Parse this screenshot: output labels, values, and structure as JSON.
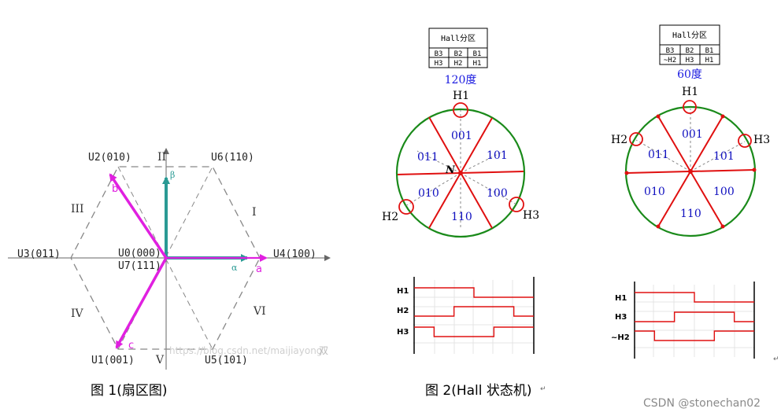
{
  "figure1": {
    "caption": "图 1(扇区图)",
    "watermark_faint": "https://blog.csdn.net/maijiayong",
    "watermark_end": "双",
    "vectors": [
      {
        "label": "U0(000)"
      },
      {
        "label": "U7(111)"
      },
      {
        "label": "U4(100)"
      },
      {
        "label": "U6(110)"
      },
      {
        "label": "U2(010)"
      },
      {
        "label": "U3(011)"
      },
      {
        "label": "U1(001)"
      },
      {
        "label": "U5(101)"
      }
    ],
    "sectors": [
      "I",
      "II",
      "III",
      "IV",
      "V",
      "VI"
    ],
    "axes": {
      "alpha": "α",
      "beta": "β"
    },
    "phases": [
      "a",
      "b",
      "c"
    ],
    "colors": {
      "phase": "#e020e0",
      "axis": "#2a9a94",
      "hex": "#888888"
    }
  },
  "figure2": {
    "caption": "图 2(Hall 状态机)",
    "d120": {
      "table": {
        "title": "Hall分区",
        "row1": [
          "B3",
          "B2",
          "B1"
        ],
        "row2": [
          "H3",
          "H2",
          "H1"
        ]
      },
      "angle_label": "120度",
      "sensors": [
        "H1",
        "H2",
        "H3"
      ],
      "center": "N",
      "codes": [
        "001",
        "101",
        "100",
        "110",
        "010",
        "011"
      ],
      "wave": {
        "signals": [
          "H1",
          "H2",
          "H3"
        ],
        "H1": [
          1,
          1,
          1,
          0,
          0,
          0
        ],
        "H2": [
          0,
          0,
          1,
          1,
          1,
          0
        ],
        "H3": [
          1,
          0,
          0,
          0,
          1,
          1
        ]
      }
    },
    "d60": {
      "table": {
        "title": "Hall分区",
        "row1": [
          "B3",
          "B2",
          "B1"
        ],
        "row2": [
          "~H2",
          "H3",
          "H1"
        ]
      },
      "angle_label": "60度",
      "sensors": [
        "H1",
        "H2",
        "H3"
      ],
      "codes": [
        "001",
        "101",
        "100",
        "110",
        "010",
        "011"
      ],
      "wave": {
        "signals": [
          "H1",
          "H3",
          "~H2"
        ],
        "H1": [
          1,
          1,
          1,
          0,
          0,
          0
        ],
        "H3": [
          0,
          0,
          1,
          1,
          1,
          0
        ],
        "~H2": [
          1,
          0,
          0,
          0,
          1,
          1
        ]
      }
    },
    "colors": {
      "circle": "#1a8a1a",
      "sector": "#e01010",
      "code": "#1010c0",
      "wave": "#e01010"
    }
  },
  "watermark": "CSDN @stonechan02",
  "return_marks": [
    "↵",
    "↵"
  ]
}
